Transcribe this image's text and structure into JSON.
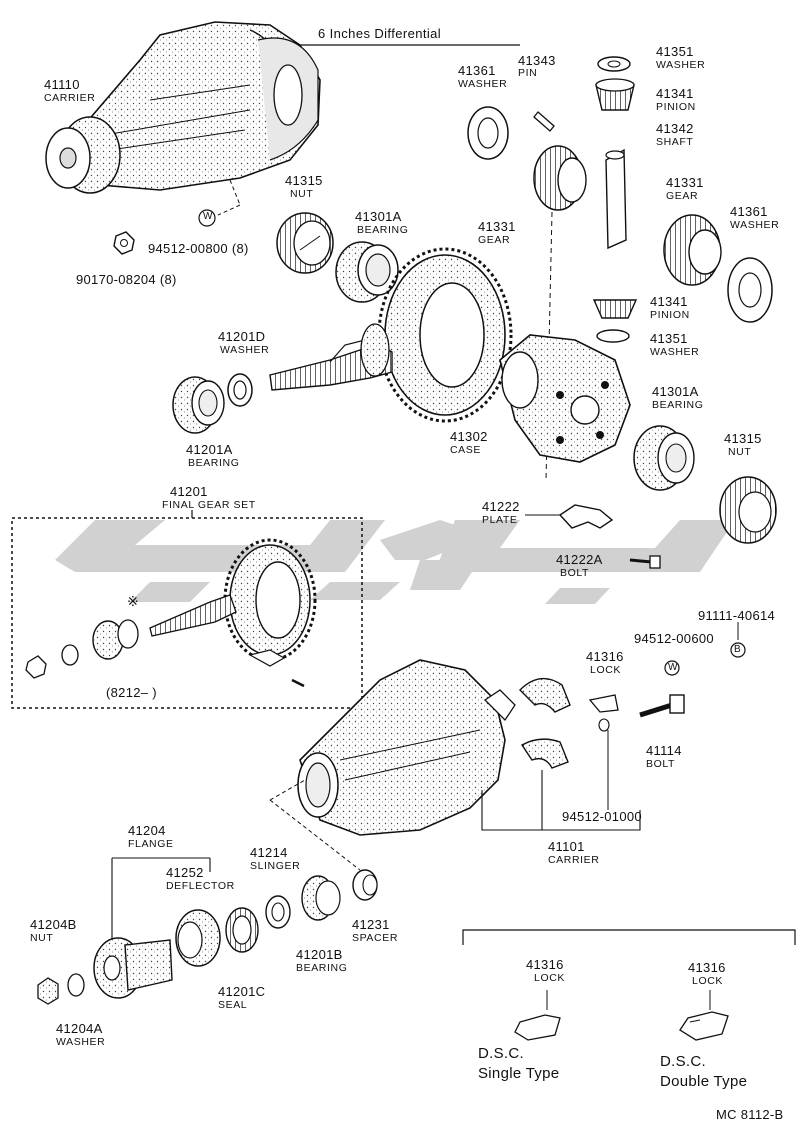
{
  "title": "6 Inches Differential",
  "code": "MC 8112-B",
  "watermark": "watermark-logo",
  "parts": {
    "p41110": {
      "no": "41110",
      "name": "CARRIER"
    },
    "p94512_00800": {
      "no": "94512-00800 (8)"
    },
    "p90170": {
      "no": "90170-08204 (8)"
    },
    "p41315a": {
      "no": "41315",
      "name": "NUT"
    },
    "p41301a_1": {
      "no": "41301A",
      "name": "BEARING"
    },
    "p41201d": {
      "no": "41201D",
      "name": "WASHER"
    },
    "p41201a": {
      "no": "41201A",
      "name": "BEARING"
    },
    "p41201": {
      "no": "41201",
      "name": "FINAL GEAR SET"
    },
    "p8212": {
      "mark": "※",
      "text": "(8212–        )"
    },
    "p41361a": {
      "no": "41361",
      "name": "WASHER"
    },
    "p41343": {
      "no": "41343",
      "name": "PIN"
    },
    "p41351a": {
      "no": "41351",
      "name": "WASHER"
    },
    "p41341a": {
      "no": "41341",
      "name": "PINION"
    },
    "p41342": {
      "no": "41342",
      "name": "SHAFT"
    },
    "p41331a": {
      "no": "41331",
      "name": "GEAR"
    },
    "p41331b": {
      "no": "41331",
      "name": "GEAR"
    },
    "p41361b": {
      "no": "41361",
      "name": "WASHER"
    },
    "p41341b": {
      "no": "41341",
      "name": "PINION"
    },
    "p41351b": {
      "no": "41351",
      "name": "WASHER"
    },
    "p41302": {
      "no": "41302",
      "name": "CASE"
    },
    "p41301a_2": {
      "no": "41301A",
      "name": "BEARING"
    },
    "p41315b": {
      "no": "41315",
      "name": "NUT"
    },
    "p41222": {
      "no": "41222",
      "name": "PLATE"
    },
    "p41222a": {
      "no": "41222A",
      "name": "BOLT"
    },
    "p91111": {
      "no": "91111-40614"
    },
    "p94512_00600": {
      "no": "94512-00600"
    },
    "p41316a": {
      "no": "41316",
      "name": "LOCK"
    },
    "p41114": {
      "no": "41114",
      "name": "BOLT"
    },
    "p94512_01000": {
      "no": "94512-01000"
    },
    "p41101": {
      "no": "41101",
      "name": "CARRIER"
    },
    "p41204": {
      "no": "41204",
      "name": "FLANGE"
    },
    "p41252": {
      "no": "41252",
      "name": "DEFLECTOR"
    },
    "p41214": {
      "no": "41214",
      "name": "SLINGER"
    },
    "p41231": {
      "no": "41231",
      "name": "SPACER"
    },
    "p41204b": {
      "no": "41204B",
      "name": "NUT"
    },
    "p41204a": {
      "no": "41204A",
      "name": "WASHER"
    },
    "p41201c": {
      "no": "41201C",
      "name": "SEAL"
    },
    "p41201b": {
      "no": "41201B",
      "name": "BEARING"
    },
    "p41316b": {
      "no": "41316",
      "name": "LOCK"
    },
    "p41316c": {
      "no": "41316",
      "name": "LOCK"
    }
  },
  "markers": {
    "w1": "W",
    "w2": "W",
    "b": "B",
    "star": "※"
  },
  "dsc": {
    "single": {
      "line1": "D.S.C.",
      "line2": "Single Type"
    },
    "double": {
      "line1": "D.S.C.",
      "line2": "Double Type"
    }
  }
}
